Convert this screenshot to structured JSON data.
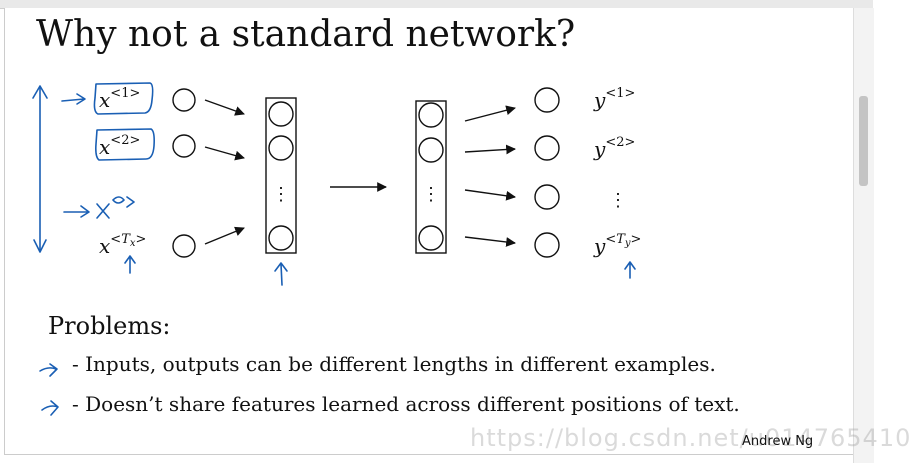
{
  "slide": {
    "title": "Why not a standard network?",
    "inputs": [
      {
        "base": "x",
        "sup_open": "<",
        "sup": "1",
        "sup_close": ">"
      },
      {
        "base": "x",
        "sup_open": "<",
        "sup": "2",
        "sup_close": ">"
      },
      {
        "base": "x",
        "sup_open": "<",
        "sup": "T",
        "sub": "x",
        "sup_close": ">"
      }
    ],
    "outputs": [
      {
        "base": "y",
        "sup_open": "<",
        "sup": "1",
        "sup_close": ">"
      },
      {
        "base": "y",
        "sup_open": "<",
        "sup": "2",
        "sup_close": ">"
      },
      {
        "base": "y",
        "sup_open": "<",
        "sup": "T",
        "sub": "y",
        "sup_close": ">"
      }
    ],
    "ellipsis": "⋮",
    "problems_heading": "Problems:",
    "problems": [
      "- Inputs, outputs can be different lengths in different examples.",
      "- Doesn’t share features learned across different positions of text."
    ],
    "author": "Andrew Ng",
    "watermark": "https://blog.csdn.net/u014765410"
  },
  "colors": {
    "ink": "#1a5fb4",
    "text": "#111111"
  }
}
